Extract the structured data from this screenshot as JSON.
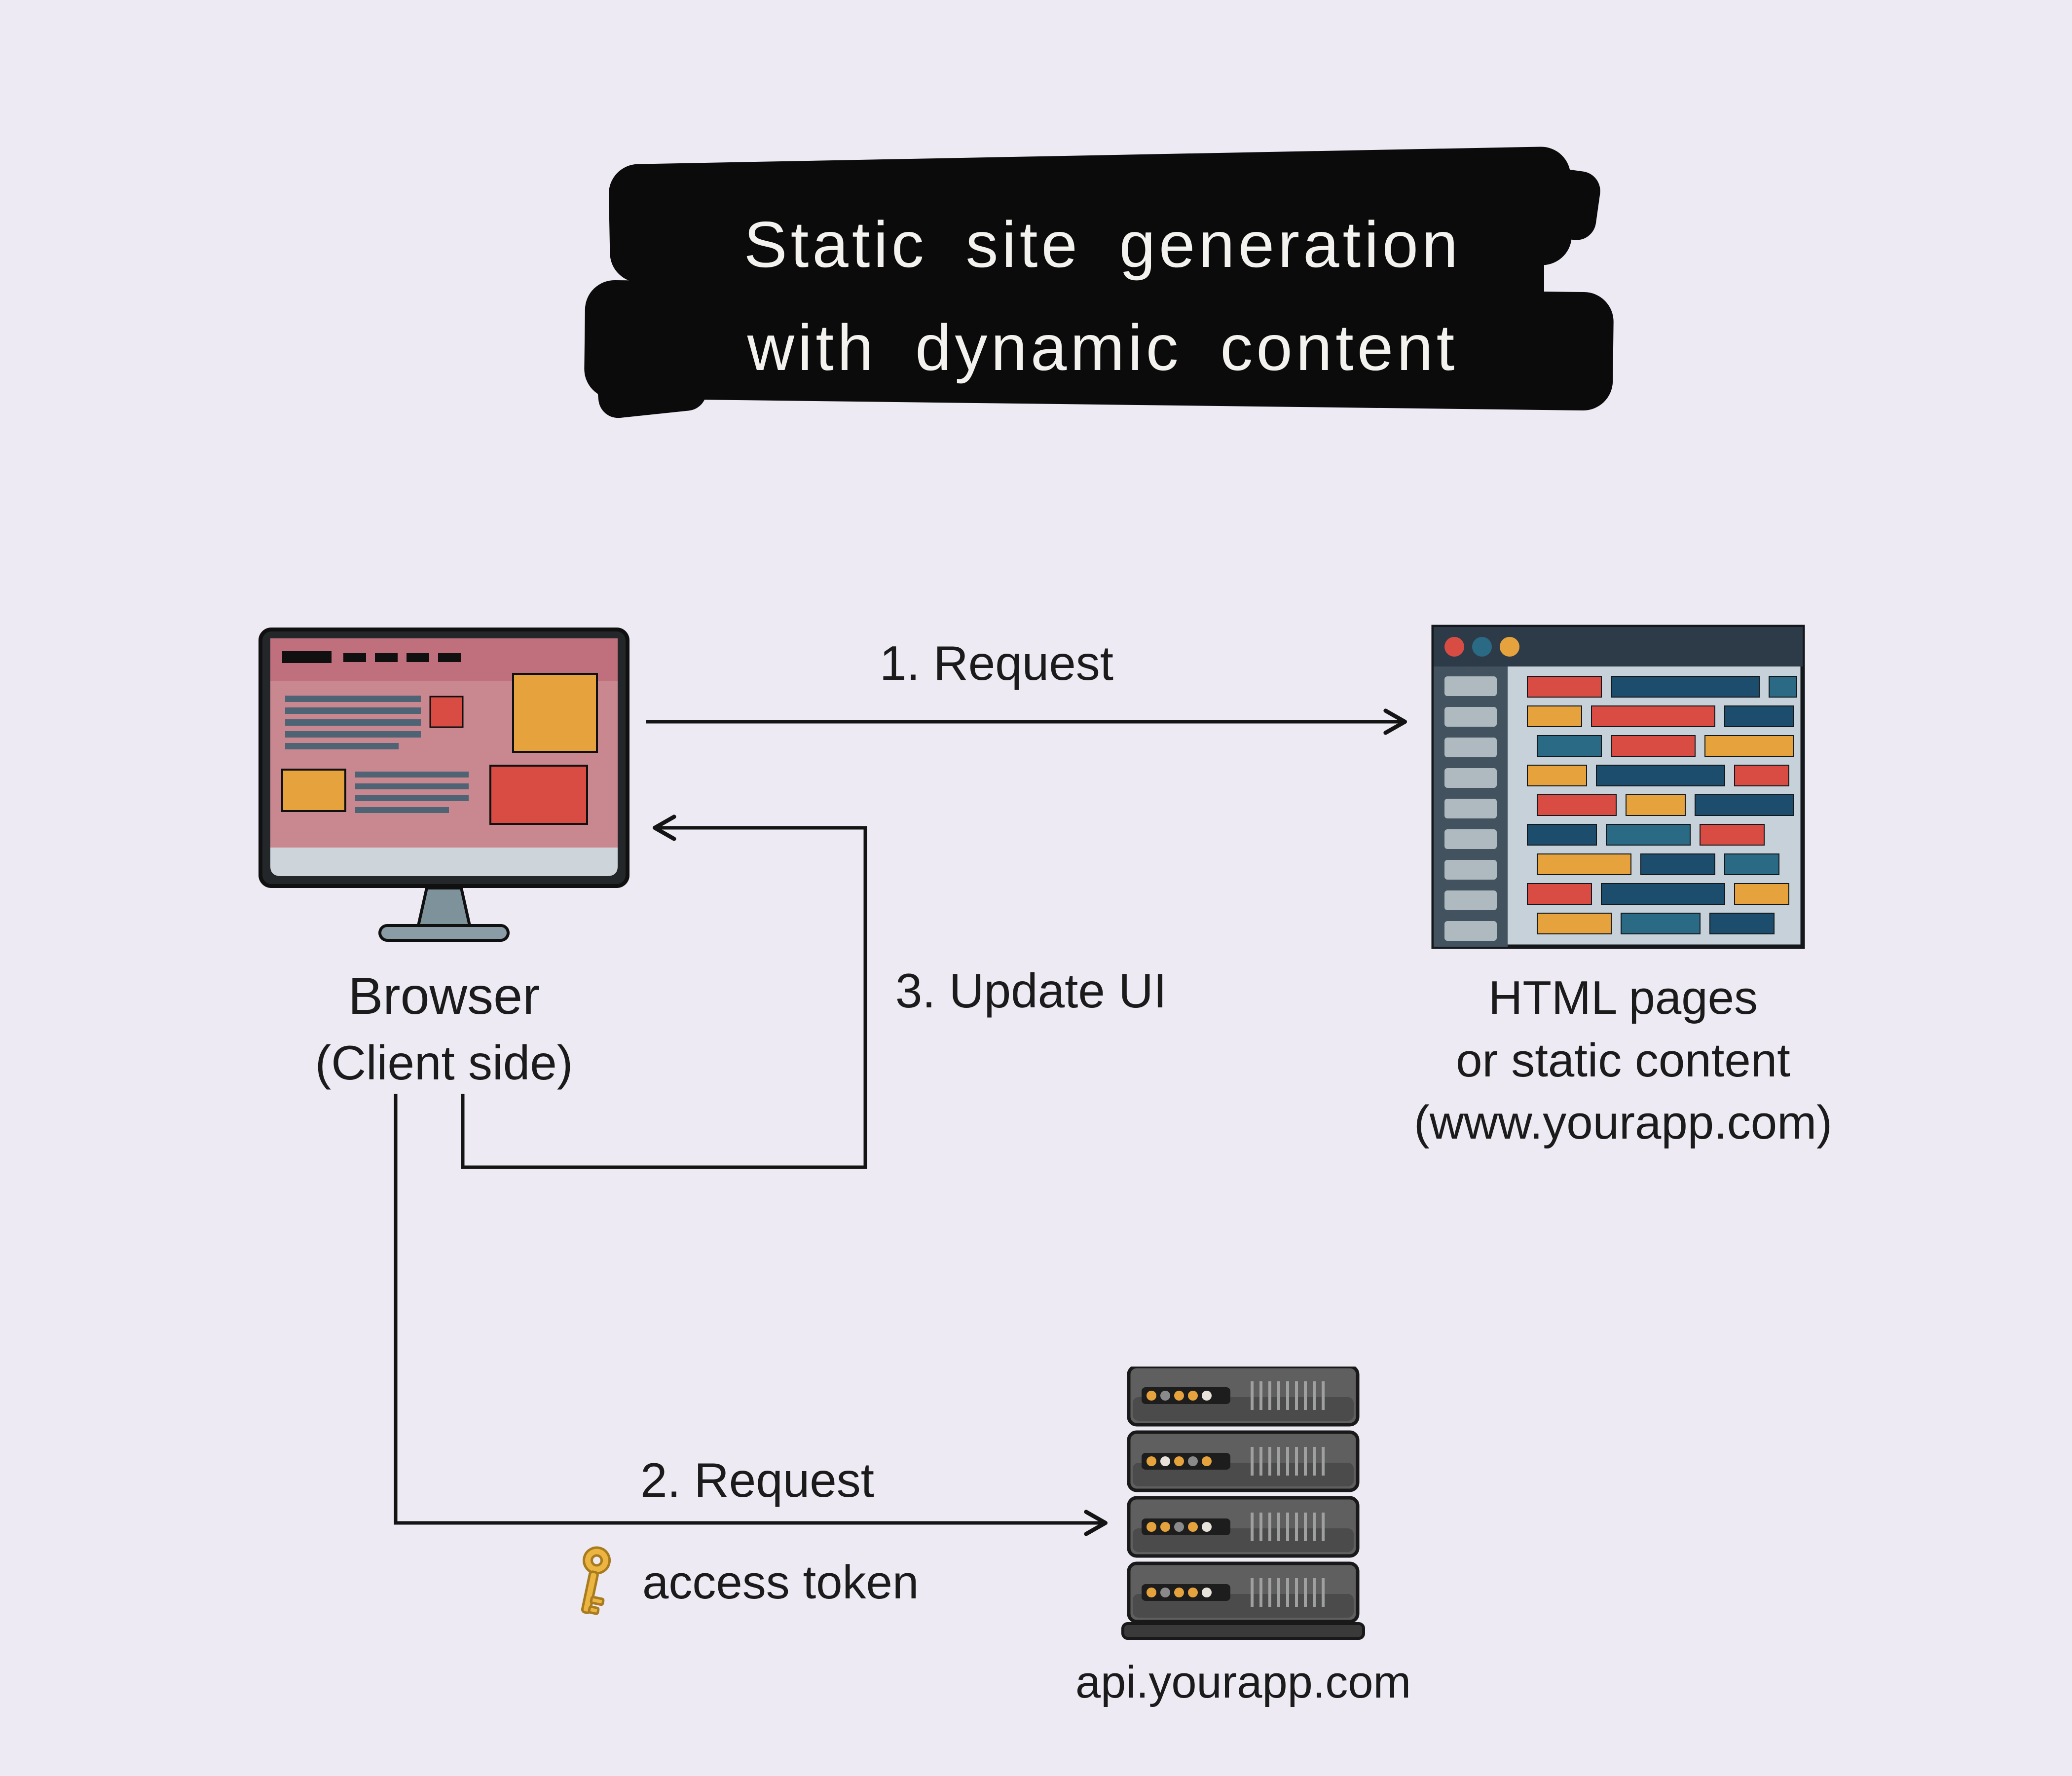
{
  "title": {
    "line1": "Static site generation",
    "line2": "with dynamic content"
  },
  "nodes": {
    "browser": {
      "name": "Browser",
      "sub": "(Client side)"
    },
    "static_site": {
      "line1": "HTML pages",
      "line2": "or static content",
      "line3": "(www.yourapp.com)"
    },
    "api_server": {
      "label": "api.yourapp.com"
    }
  },
  "edges": {
    "request_1": {
      "label": "1. Request"
    },
    "update_ui": {
      "label": "3. Update UI"
    },
    "request_2": {
      "label": "2. Request",
      "sublabel": "access token"
    }
  },
  "icons": {
    "access_token_icon": "key-icon"
  },
  "colors": {
    "background": "#edeaf3",
    "banner_black": "#0b0b0b",
    "banner_text": "#f4f2ef",
    "accent_red": "#d94c43",
    "accent_orange": "#e6a23c",
    "accent_navy": "#1d4d6d",
    "accent_blue": "#2a6a84",
    "page_pink": "#c98790",
    "page_pink_dark": "#bf707c",
    "editor_header": "#2d3b48",
    "editor_body": "#c6d1d9",
    "server_gray": "#5f5f5f",
    "line_black": "#141414"
  }
}
